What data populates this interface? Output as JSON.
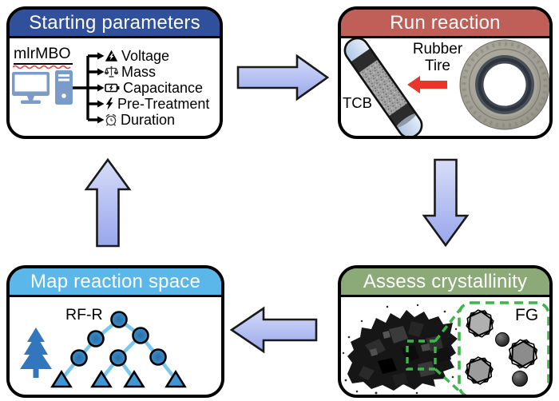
{
  "diagram": {
    "type": "cyclic-workflow",
    "cycle_arrows": [
      "right",
      "down",
      "left",
      "up"
    ],
    "panels": {
      "starting_parameters": {
        "title": "Starting parameters",
        "header_color": "#30509b",
        "tool_label": "mlrMBO",
        "tool_icon": "desktop-computer-icon",
        "parameters": [
          {
            "icon": "high-voltage-warning-icon",
            "label": "Voltage"
          },
          {
            "icon": "balance-scale-icon",
            "label": "Mass"
          },
          {
            "icon": "battery-charge-icon",
            "label": "Capacitance"
          },
          {
            "icon": "lightning-bolt-icon",
            "label": "Pre-Treatment"
          },
          {
            "icon": "alarm-clock-icon",
            "label": "Duration"
          }
        ]
      },
      "run_reaction": {
        "title": "Run reaction",
        "header_color": "#c05f57",
        "tube_label": "TCB",
        "feedstock_label_line1": "Rubber",
        "feedstock_label_line2": "Tire",
        "feed_arrow_color": "#e8362a"
      },
      "assess_crystallinity": {
        "title": "Assess crystallinity",
        "header_color": "#8caa78",
        "product_label": "FG",
        "callout_color": "#3cb54a"
      },
      "map_reaction_space": {
        "title": "Map reaction space",
        "header_color": "#5bb6e9",
        "model_label": "RF-R",
        "tree_icon": "pine-tree-icon",
        "node_color": "#3c92d0",
        "edge_color": "#7cc7f0"
      }
    },
    "colors": {
      "cycle_arrow_gradient_start": "#d7ddf8",
      "cycle_arrow_gradient_end": "#98a6ec",
      "panel_border": "#000000",
      "computer_blue": "#7b9cc9"
    }
  }
}
